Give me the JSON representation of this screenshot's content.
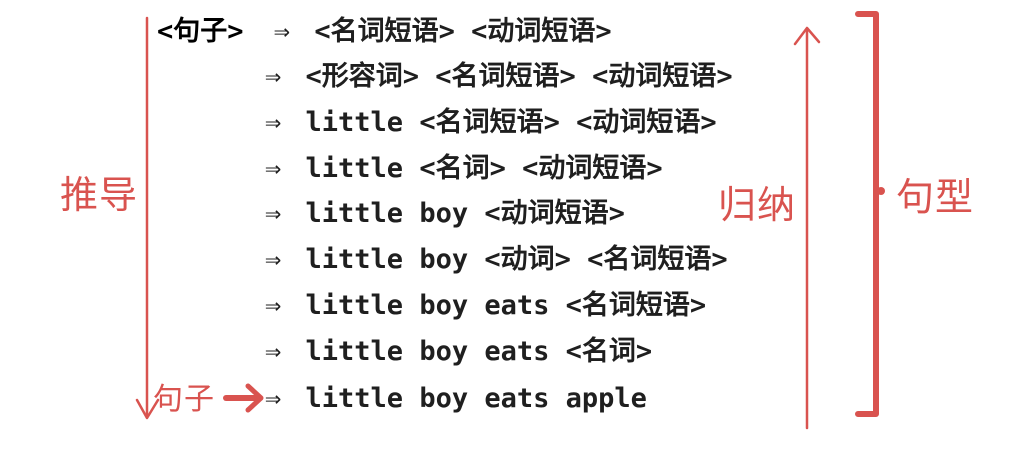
{
  "derivation": {
    "start_symbol": "<句子>",
    "arrow": "⇒",
    "steps": [
      "<名词短语> <动词短语>",
      "<形容词> <名词短语> <动词短语>",
      "little <名词短语> <动词短语>",
      "little <名词> <动词短语>",
      "little boy <动词短语>",
      "little boy <动词> <名词短语>",
      "little boy eats <名词短语>",
      "little boy eats <名词>",
      "little boy eats apple"
    ]
  },
  "annotations": {
    "derive_label": "推导",
    "reduce_label": "归纳",
    "sentence_pattern_label": "句型",
    "sentence_label": "句子",
    "ink_color": "#d9534f"
  }
}
